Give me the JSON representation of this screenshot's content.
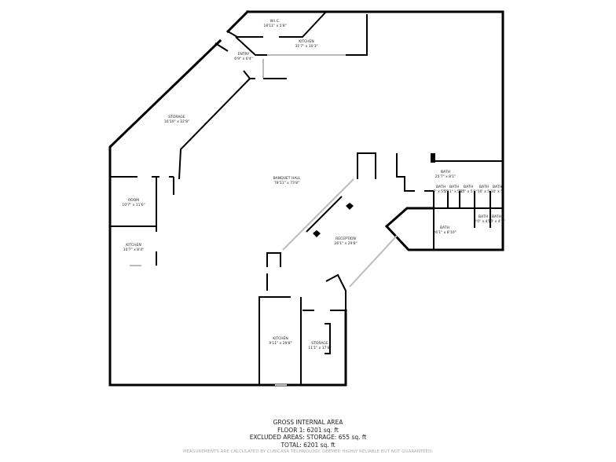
{
  "rooms": [
    {
      "name": "W.I.C.",
      "dims": "18'11\" x 5'8\""
    },
    {
      "name": "KITCHEN",
      "dims": "31'7\" x 10'3\""
    },
    {
      "name": "ENTRY",
      "dims": "6'9\" x 6'4\""
    },
    {
      "name": "STORAGE",
      "dims": "16'10\" x 22'8\""
    },
    {
      "name": "BANQUET HALL",
      "dims": "78'11\" x 73'8\""
    },
    {
      "name": "ROOM",
      "dims": "10'7\" x 11'6\""
    },
    {
      "name": "KITCHEN",
      "dims": "10'7\" x 8'4\""
    },
    {
      "name": "RECEPTION",
      "dims": "26'1\" x 29'8\""
    },
    {
      "name": "BATH",
      "dims": "25'7\" x 8'1\""
    },
    {
      "name": "BATH",
      "dims": "7' x 5'1\""
    },
    {
      "name": "BATH",
      "dims": "5'11\" x 5'1\""
    },
    {
      "name": "BATH",
      "dims": "5'5\" x 5'1\""
    },
    {
      "name": "BATH",
      "dims": "10' x 5'"
    },
    {
      "name": "BATH",
      "dims": "10' x 5'"
    },
    {
      "name": "BATH",
      "dims": "2'0\" x 4'3\""
    },
    {
      "name": "BATH",
      "dims": "10' x 4'3\""
    },
    {
      "name": "BATH",
      "dims": "26'1\" x 8'10\""
    },
    {
      "name": "KITCHEN",
      "dims": "9'11\" x 29'8\""
    },
    {
      "name": "STORAGE",
      "dims": "11'1\" x 17'8\""
    }
  ],
  "footer": {
    "title": "GROSS INTERNAL AREA",
    "floor": "FLOOR 1: 6201 sq. ft",
    "excluded": "EXCLUDED AREAS: STORAGE: 655 sq. ft",
    "total": "TOTAL: 6201 sq. ft",
    "disclaimer": "MEASUREMENTS ARE CALCULATED BY CUBICASA TECHNOLOGY. DEEMED HIGHLY RELIABLE BUT NOT GUARANTEED."
  }
}
